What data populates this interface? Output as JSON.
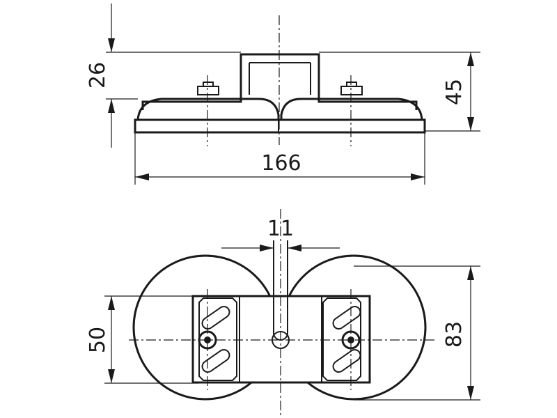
{
  "dimensions": {
    "top_height": "26",
    "total_height": "45",
    "overall_width": "166",
    "slot_width": "11",
    "bolt_spacing": "50",
    "diameter": "83"
  },
  "colors": {
    "line": "#1a1a1a",
    "background": "#ffffff"
  }
}
